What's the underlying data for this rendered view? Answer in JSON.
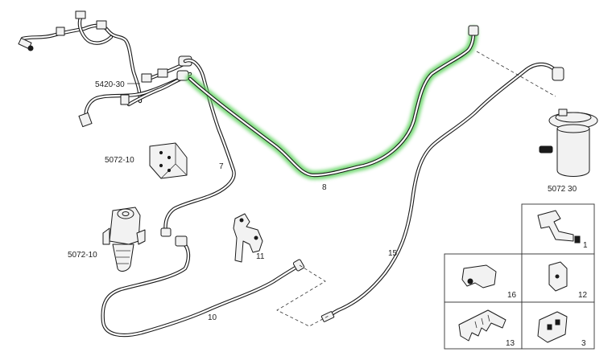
{
  "labels": {
    "pipe_5420_30": "5420-30",
    "bracket_5072_10_top": "5072-10",
    "filter_5072_10": "5072-10",
    "pump_5072_30": "5072 30",
    "pipe_7": "7",
    "pipe_8": "8",
    "bracket_11": "11",
    "pipe_10": "10",
    "pipe_15": "15",
    "inset_1": "1",
    "inset_16": "16",
    "inset_12": "12",
    "inset_13": "13",
    "inset_3": "3"
  },
  "highlight": {
    "part": "8",
    "color": "#5fd35f"
  }
}
